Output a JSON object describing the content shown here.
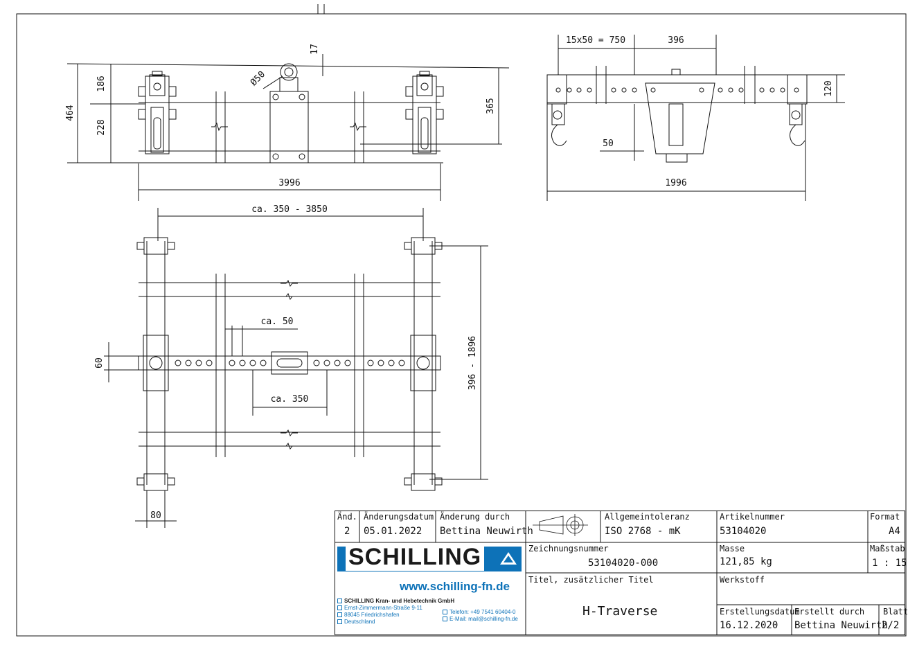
{
  "dimensions": {
    "d464": "464",
    "d186": "186",
    "d228": "228",
    "d17": "17",
    "d50": "Ø50",
    "d365": "365",
    "d3996": "3996",
    "d15x50": "15x50 = 750",
    "d396": "396",
    "d120": "120",
    "d50b": "50",
    "d1996": "1996",
    "dca": "ca. 350 - 3850",
    "dca50": "ca. 50",
    "d60": "60",
    "dca350": "ca. 350",
    "d396_1896": "396 - 1896",
    "d80": "80"
  },
  "title_block": {
    "aend_label": "Änd.",
    "aend_value": "2",
    "datum_label": "Änderungsdatum",
    "datum_value": "05.01.2022",
    "durch_label": "Änderung durch",
    "durch_value": "Bettina Neuwirth",
    "tol_label": "Allgemeintoleranz",
    "tol_value": "ISO 2768 - mK",
    "art_label": "Artikelnummer",
    "art_value": "53104020",
    "format_label": "Format",
    "format_value": "A4",
    "zeich_label": "Zeichnungsnummer",
    "zeich_value": "53104020-000",
    "masse_label": "Masse",
    "masse_value": "121,85 kg",
    "mass_label": "Maßstab",
    "mass_value": "1 : 15",
    "titel_label": "Titel, zusätzlicher Titel",
    "titel_value": "H-Traverse",
    "werk_label": "Werkstoff",
    "erst_label": "Erstellungsdatum",
    "erst_value": "16.12.2020",
    "erstd_label": "Erstellt durch",
    "erstd_value": "Bettina Neuwirth",
    "blatt_label": "Blatt",
    "blatt_value": "2/2"
  },
  "logo": {
    "brand": "SCHILLING",
    "url": "www.schilling-fn.de",
    "company": "SCHILLING Kran- und Hebetechnik GmbH",
    "street": "Ernst-Zimmermann-Straße 9-11",
    "city": "88045 Friedrichshafen",
    "country": "Deutschland",
    "phone": "Telefon: +49 7541 60404-0",
    "email": "E-Mail: mail@schilling-fn.de",
    "brand_color": "#0d72b8"
  }
}
